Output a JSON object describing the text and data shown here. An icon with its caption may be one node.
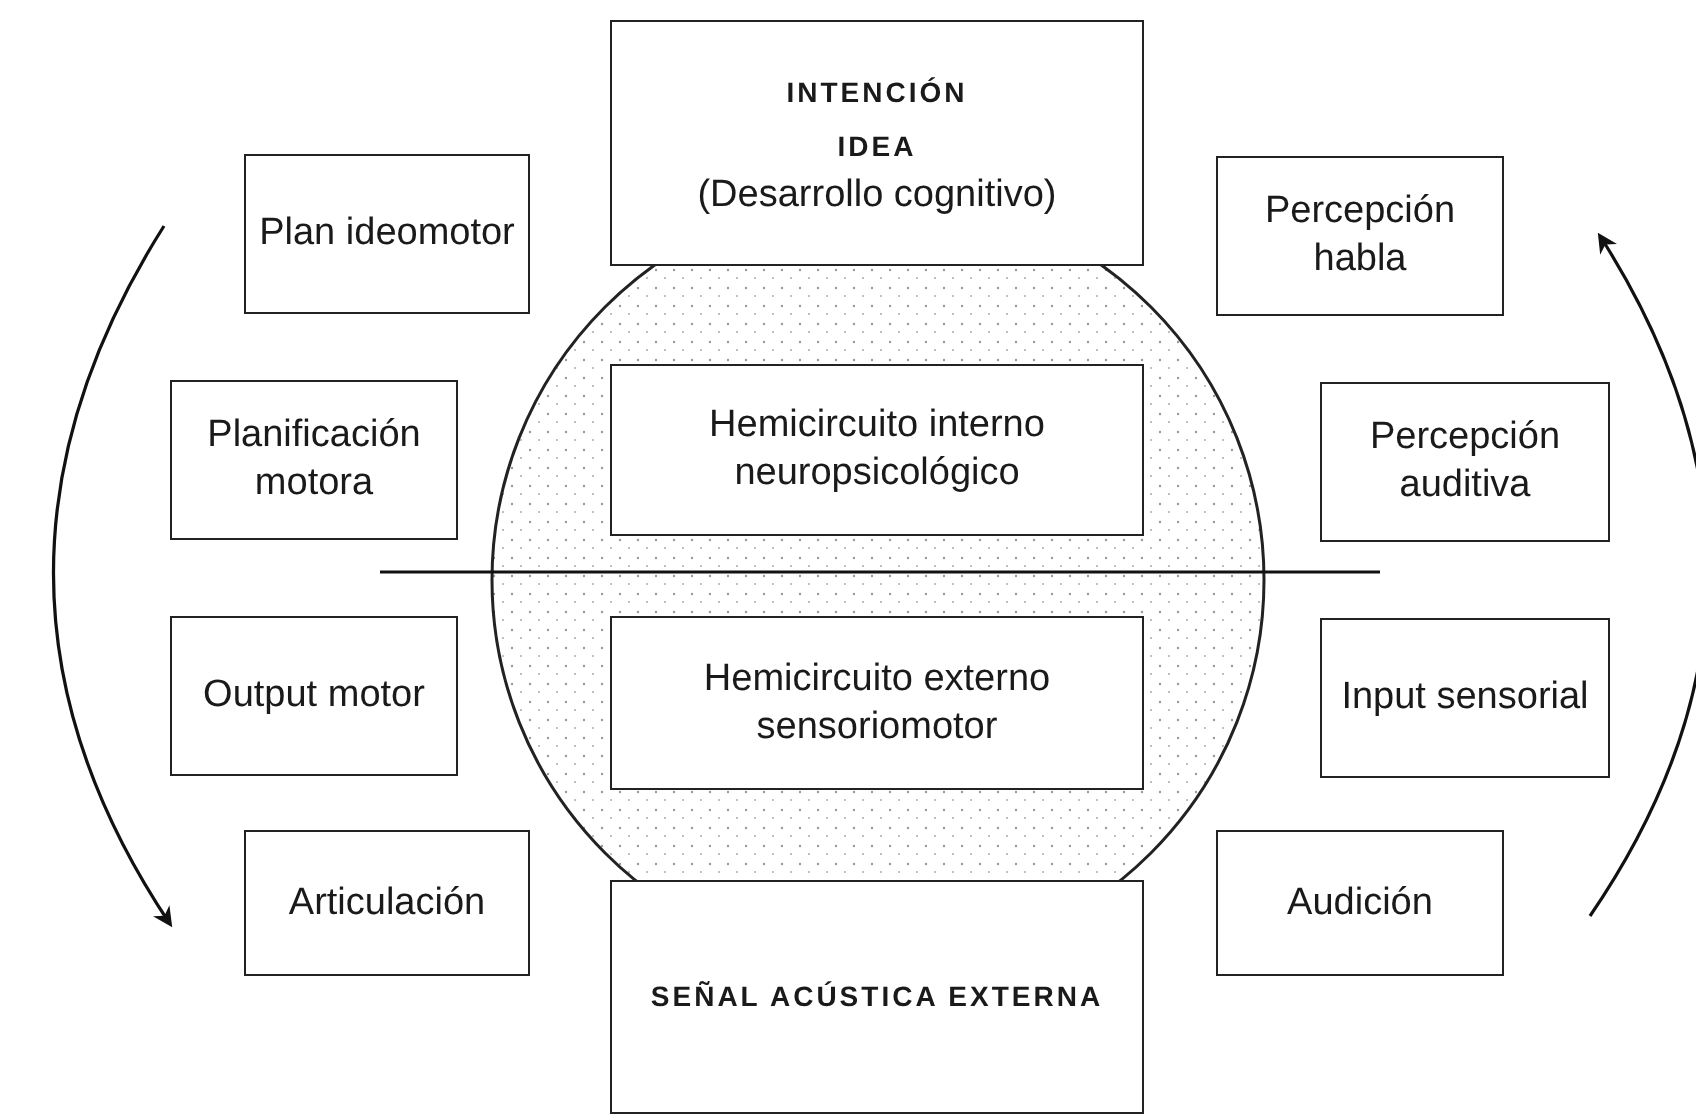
{
  "diagram": {
    "nodes": [
      {
        "text": [],
        "shape": "circle"
      },
      {
        "text": [
          "INTENCIÓN",
          "IDEA",
          "(Desarrollo cognitivo)"
        ]
      },
      {
        "text": [
          "Plan ideomotor"
        ]
      },
      {
        "text": [
          "Percepción habla"
        ]
      },
      {
        "text": [
          "Planificación motora"
        ]
      },
      {
        "text": [
          "Hemicircuito interno neuropsicológico"
        ],
        "in": 0
      },
      {
        "text": [
          "Percepción auditiva"
        ]
      },
      {
        "text": [
          "Output motor"
        ]
      },
      {
        "text": [
          "Hemicircuito externo sensoriomotor"
        ],
        "in": 0
      },
      {
        "text": [
          "Input sensorial"
        ]
      },
      {
        "text": [
          "Articulación"
        ]
      },
      {
        "text": [
          "SEÑAL ACÚSTICA EXTERNA"
        ]
      },
      {
        "text": [
          "Audición"
        ]
      }
    ]
  }
}
